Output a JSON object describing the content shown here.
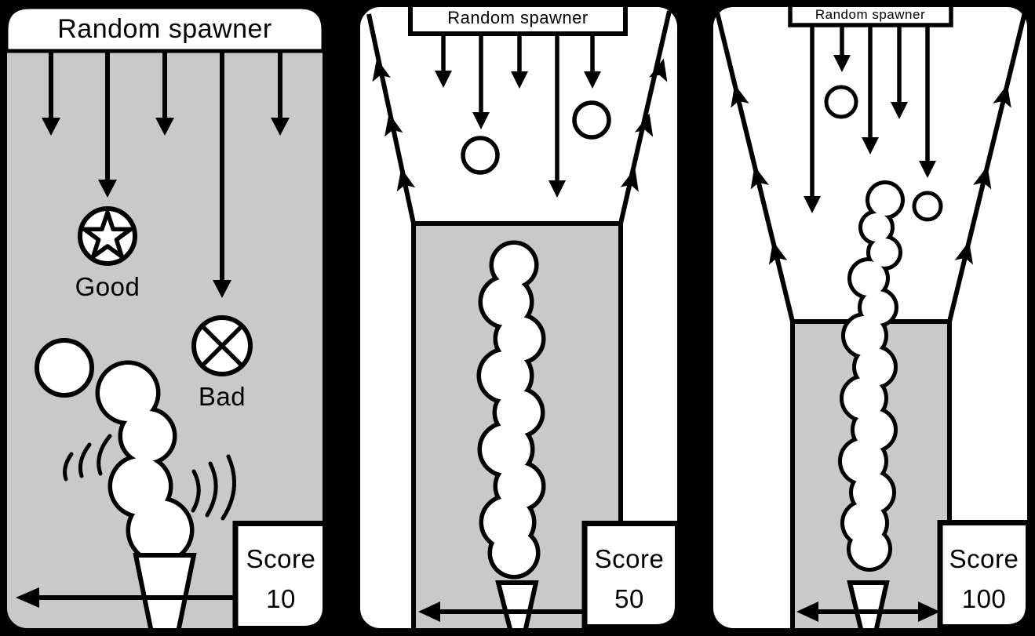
{
  "colors": {
    "background": "#000000",
    "panel_1_fill": "#c9c9c9",
    "panel_2_fill": "#ffffff",
    "panel_3_fill": "#ffffff",
    "playfield_gray": "#c9c9c9",
    "line": "#000000",
    "text": "#000000"
  },
  "icons": {
    "good": "star-in-circle",
    "bad": "x-in-circle",
    "item": "circle",
    "creature": "wobbly-stack",
    "spawn": "down-arrow",
    "bounce": "up-diagonal-arrow",
    "move_range": "horizontal-arrow"
  },
  "panels": [
    {
      "header": "Random spawner",
      "good_label": "Good",
      "bad_label": "Bad",
      "score": {
        "label": "Score",
        "value": "10"
      }
    },
    {
      "header": "Random spawner",
      "score": {
        "label": "Score",
        "value": "50"
      }
    },
    {
      "header": "Random spawner",
      "score": {
        "label": "Score",
        "value": "100"
      }
    }
  ]
}
